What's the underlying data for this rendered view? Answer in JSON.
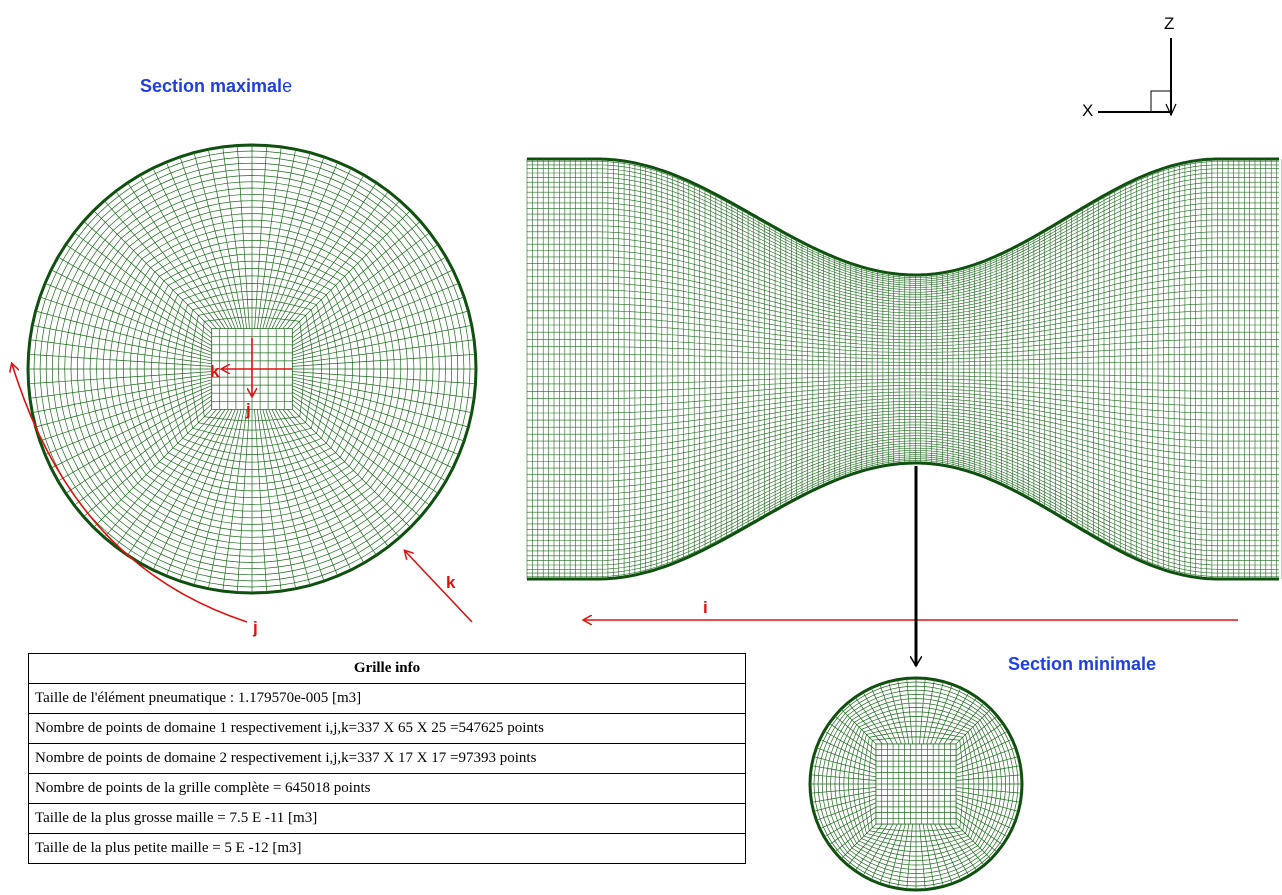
{
  "labels": {
    "section_max_bold": "Section maximal",
    "section_max_tail": "e",
    "section_min": "Section minimale",
    "axis_z": "Z",
    "axis_x": "X",
    "idx_k_center": "k",
    "idx_j_center": "j",
    "idx_j_outer": "j",
    "idx_k_outer": "k",
    "idx_i": "i"
  },
  "table": {
    "header": "Grille info",
    "rows": [
      "Taille de l'élément pneumatique : 1.179570e-005 [m3]",
      "Nombre de points de domaine 1 respectivement i,j,k=337 X 65 X 25 =547625 points",
      "Nombre de points de domaine 2 respectivement i,j,k=337 X 17 X 17 =97393 points",
      "Nombre de points de la grille complète = 645018 points",
      "Taille de la plus grosse maille = 7.5 E -11 [m3]",
      "Taille de la plus petite maille = 5 E -12 [m3]"
    ]
  },
  "colors": {
    "mesh": "#1e6b1e",
    "outline": "#0f4f0f",
    "annotation": "#e01010",
    "title": "#1f3fe0"
  }
}
